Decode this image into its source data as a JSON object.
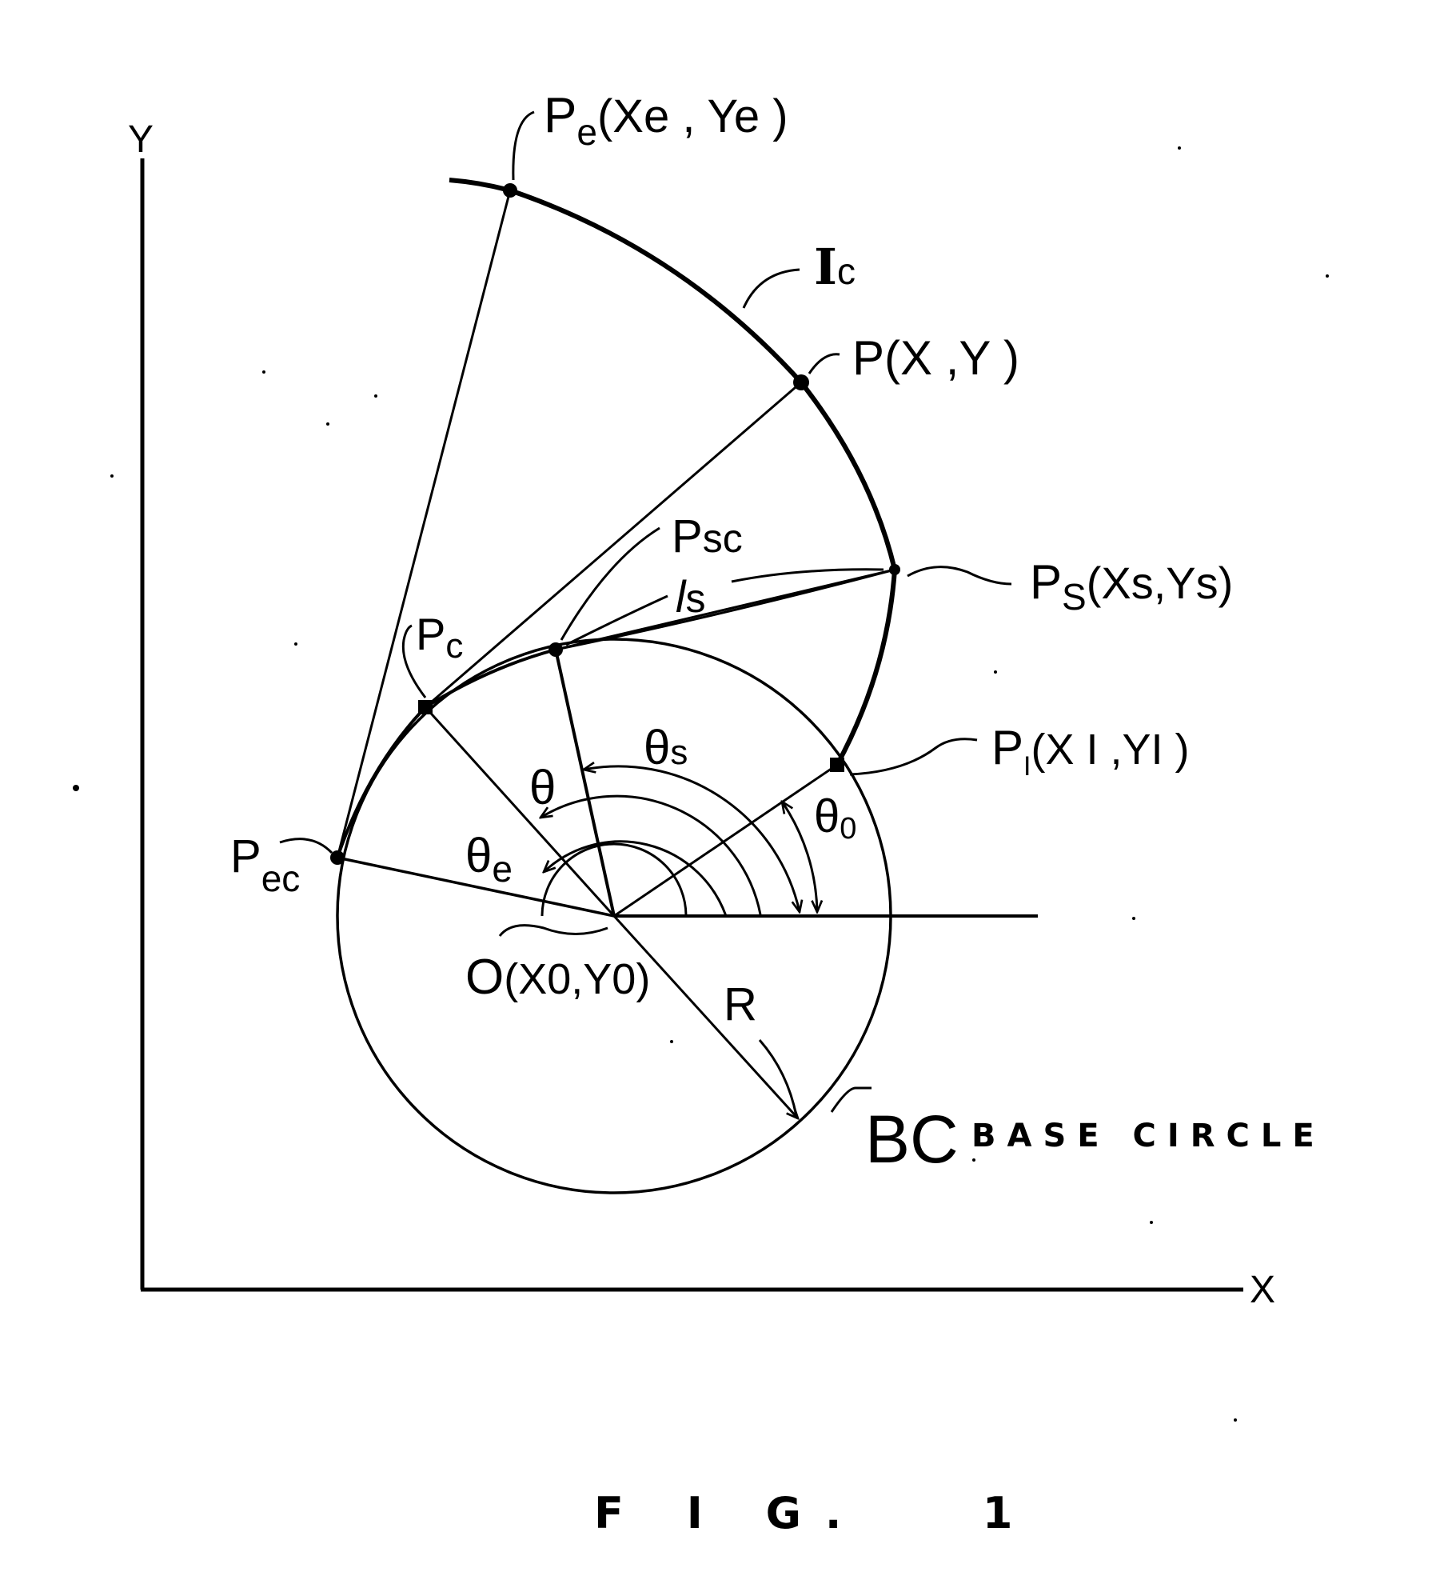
{
  "figure": {
    "caption": "F I G.   1",
    "ink_color": "#000000",
    "background": "#ffffff"
  },
  "axes": {
    "x_label": "X",
    "y_label": "Y"
  },
  "points": {
    "pe": {
      "name": "P",
      "sub": "e",
      "coords": "(Xe , Ye )"
    },
    "p": {
      "name": "P",
      "coords": "(X ,Y )"
    },
    "ps": {
      "name": "P",
      "sub": "S",
      "coords": "(Xs,Ys)"
    },
    "pi": {
      "name": "P",
      "sub": "I",
      "coords": "(X I ,YI )"
    },
    "pc": {
      "name": "P",
      "sub": "c"
    },
    "psc": {
      "name": "P",
      "sub": "sc"
    },
    "pec": {
      "name": "P",
      "sub": "ec"
    },
    "o": {
      "name": "O",
      "coords": "(X0,Y0)"
    }
  },
  "curves": {
    "ic": {
      "name": "I",
      "sub": "c"
    },
    "ls": {
      "name": "l",
      "sub": "s"
    }
  },
  "angles": {
    "theta": "θ",
    "theta_s": {
      "name": "θ",
      "sub": "s"
    },
    "theta_e": {
      "name": "θ",
      "sub": "e"
    },
    "theta_0": {
      "name": "θ",
      "sub": "0"
    }
  },
  "radius_label": "R",
  "base_circle": {
    "abbr": "BC",
    "label": "BASE  CIRCLE"
  }
}
